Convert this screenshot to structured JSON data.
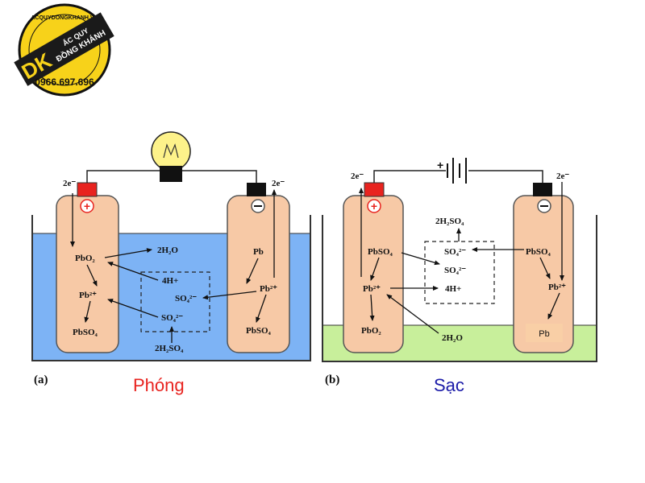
{
  "logo": {
    "website": "ACQUYDONGKHANH.VN",
    "monogram": "DK",
    "brand_line1": "ẮC QUY",
    "brand_line2": "ĐỒNG KHÁNH",
    "phone": "0966.697.696"
  },
  "colors": {
    "electrolyte_discharge": "#7db3f5",
    "electrolyte_charge": "#c8ef9b",
    "electrode": "#f7c9a6",
    "positive_terminal": "#e8231f",
    "negative_terminal": "#111111",
    "caption_discharge": "#e8231f",
    "caption_charge": "#1a1aa8"
  },
  "discharge": {
    "panel_label": "(a)",
    "caption": "Phóng",
    "electron_left": "2e⁻",
    "electron_right": "2e⁻",
    "pos_top": "PbO₂",
    "pos_mid": "Pb²⁺",
    "pos_bottom": "PbSO₄",
    "water": "2H₂O",
    "hydrogen": "4H+",
    "sulfate_1": "SO₄²⁻",
    "sulfate_2": "SO₄²⁻",
    "acid": "2H₂SO₄",
    "neg_top": "Pb",
    "neg_mid": "Pb²⁺",
    "neg_bottom": "PbSO₄"
  },
  "charge": {
    "panel_label": "(b)",
    "caption": "Sạc",
    "electron_left": "2e⁻",
    "electron_right": "2e⁻",
    "source_plus": "+",
    "acid": "2H₂SO₄",
    "pos_top": "PbSO₄",
    "pos_mid": "Pb²⁺",
    "pos_bottom": "PbO₂",
    "sulfate_1": "SO₄²⁻",
    "sulfate_2": "SO₄²⁻",
    "hydrogen": "4H+",
    "water": "2H₂O",
    "neg_top": "PbSO₄",
    "neg_mid": "Pb²⁺",
    "neg_bottom": "Pb"
  }
}
